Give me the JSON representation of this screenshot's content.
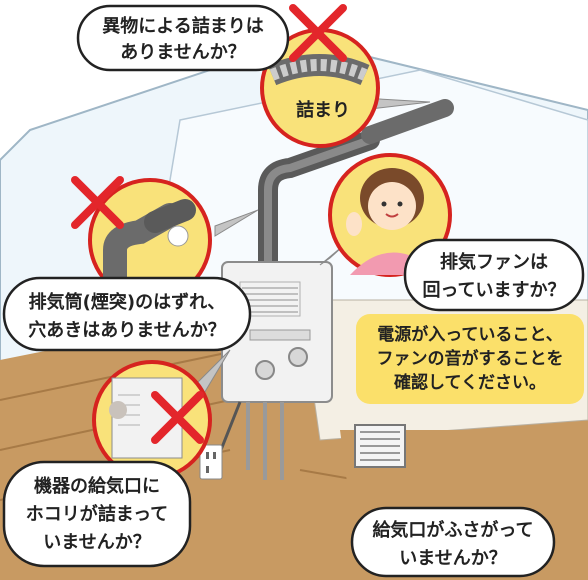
{
  "callouts": {
    "clog": {
      "line1": "異物による詰まりは",
      "line2": "ありませんか？"
    },
    "clog_label": "詰まり",
    "flue": {
      "line1": "排気筒(煙突)のはずれ、",
      "line2": "穴あきはありませんか？"
    },
    "fan": {
      "line1": "排気ファンは",
      "line2": "回っていますか？"
    },
    "power_note": {
      "line1": "電源が入っていること、",
      "line2": "ファンの音がすることを",
      "line3": "確認してください。"
    },
    "intake": {
      "line1": "機器の給気口に",
      "line2": "ホコリが詰まって",
      "line3": "いませんか？"
    },
    "vent": {
      "line1": "給気口がふさがって",
      "line2": "いませんか？"
    }
  },
  "colors": {
    "circle_fill": "#f9e27a",
    "circle_stroke": "#d6231f",
    "cross": "#e3262b",
    "note_bg": "#fbe06a",
    "floor": "#c89a62",
    "wall": "#eef6fb"
  },
  "icons": [
    "cross-mark-icon",
    "dust-cloud-icon",
    "woman-icon"
  ]
}
